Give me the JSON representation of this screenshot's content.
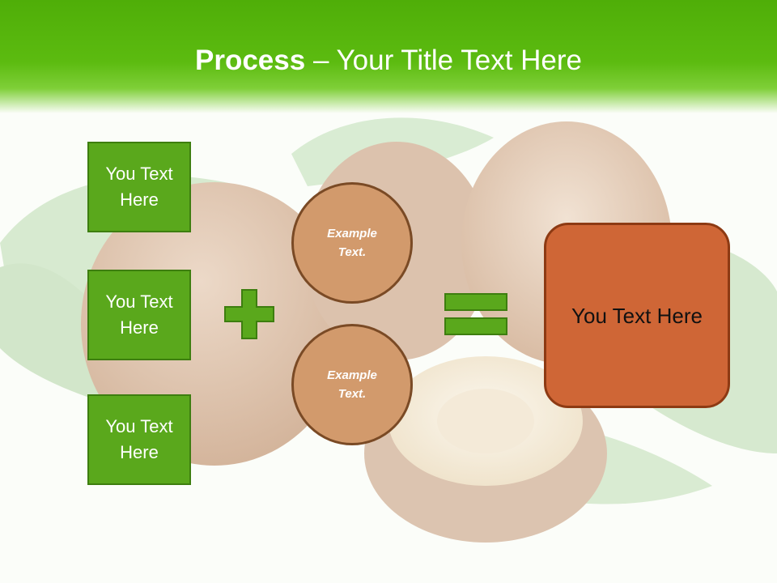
{
  "slide": {
    "title_bold": "Process",
    "title_rest": " – Your Title Text Here",
    "left_boxes": [
      {
        "label": "You Text Here"
      },
      {
        "label": "You Text Here"
      },
      {
        "label": "You Text Here"
      }
    ],
    "circles": [
      {
        "label": "Example Text."
      },
      {
        "label": "Example Text."
      }
    ],
    "result_label": "You Text Here"
  },
  "colors": {
    "header_green": "#5cbb10",
    "box_green": "#5aa81c",
    "circle_tan": "#d29a6c",
    "result_orange": "#cf6636"
  },
  "icons": {
    "operator_1": "plus-icon",
    "operator_2": "equals-icon"
  }
}
